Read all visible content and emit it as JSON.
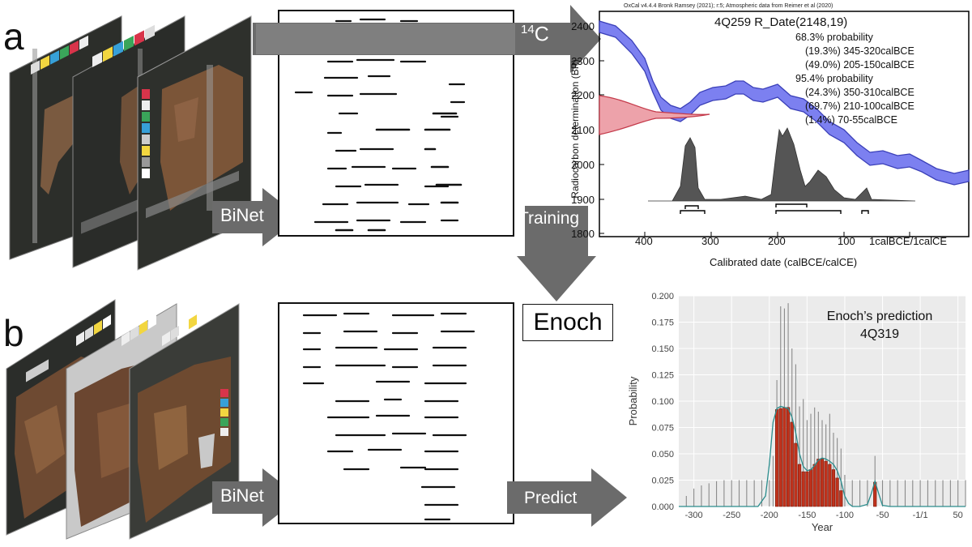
{
  "panels": {
    "a": "a",
    "b": "b"
  },
  "labels": {
    "binet_a": "BiNet",
    "binet_b": "BiNet",
    "c14_base": "14",
    "c14_unit": "C",
    "training": "Training",
    "enoch": "Enoch",
    "predict": "Predict"
  },
  "oxcal": {
    "header": "OxCal v4.4.4 Bronk Ramsey (2021); r:5; Atmospheric data from Reimer et al (2020)",
    "sample": "4Q259 R_Date(2148,19)",
    "lines": [
      "68.3% probability",
      "(19.3%) 345-320calBCE",
      "(49.0%) 205-150calBCE",
      "95.4% probability",
      "(24.3%) 350-310calBCE",
      "(69.7%) 210-100calBCE",
      "(1.4%) 70-55calBCE"
    ],
    "ylabel": "Radiocarbon determination (BP)",
    "xlabel": "Calibrated date (calBCE/calCE)",
    "yticks": [
      "2400",
      "2300",
      "2200",
      "2100",
      "2000",
      "1900",
      "1800"
    ],
    "xticks": [
      "400",
      "300",
      "200",
      "100",
      "1calBCE/1calCE"
    ]
  },
  "chart_data": {
    "type": "bar",
    "title": "Enoch’s prediction",
    "subtitle": "4Q319",
    "xlabel": "Year",
    "ylabel": "Probability",
    "ylim": [
      0,
      0.2
    ],
    "xlim": [
      -320,
      60
    ],
    "yticks": [
      "0.000",
      "0.025",
      "0.050",
      "0.075",
      "0.100",
      "0.125",
      "0.150",
      "0.175",
      "0.200"
    ],
    "xticks": [
      "-300",
      "-250",
      "-200",
      "-150",
      "-100",
      "-50",
      "-1/1",
      "50"
    ],
    "xtick_values": [
      -300,
      -250,
      -200,
      -150,
      -100,
      -50,
      0,
      50
    ],
    "grid": true,
    "bins_x": [
      -190,
      -185,
      -180,
      -175,
      -170,
      -165,
      -160,
      -155,
      -150,
      -145,
      -140,
      -135,
      -130,
      -125,
      -120,
      -115,
      -110,
      -105,
      -60
    ],
    "bins_y": [
      0.092,
      0.093,
      0.094,
      0.094,
      0.08,
      0.06,
      0.04,
      0.033,
      0.033,
      0.035,
      0.04,
      0.045,
      0.045,
      0.043,
      0.04,
      0.035,
      0.027,
      0.015,
      0.023
    ],
    "error_x": [
      -310,
      -300,
      -290,
      -280,
      -270,
      -260,
      -250,
      -240,
      -230,
      -220,
      -210,
      -200,
      -195,
      -190,
      -185,
      -180,
      -175,
      -170,
      -165,
      -160,
      -155,
      -150,
      -145,
      -140,
      -135,
      -130,
      -125,
      -120,
      -115,
      -110,
      -105,
      -100,
      -90,
      -80,
      -70,
      -60,
      -50,
      -40,
      -30,
      -20,
      -10,
      0,
      10,
      20,
      30,
      40,
      50,
      60
    ],
    "error_hi": [
      0.01,
      0.017,
      0.02,
      0.022,
      0.024,
      0.025,
      0.025,
      0.025,
      0.025,
      0.025,
      0.025,
      0.025,
      0.048,
      0.12,
      0.19,
      0.188,
      0.193,
      0.15,
      0.135,
      0.095,
      0.102,
      0.082,
      0.088,
      0.094,
      0.09,
      0.082,
      0.078,
      0.088,
      0.07,
      0.065,
      0.055,
      0.03,
      0.025,
      0.025,
      0.025,
      0.048,
      0.025,
      0.025,
      0.025,
      0.025,
      0.025,
      0.025,
      0.025,
      0.025,
      0.025,
      0.025,
      0.025,
      0.025
    ],
    "curve_x": [
      -320,
      -215,
      -205,
      -200,
      -195,
      -190,
      -185,
      -180,
      -175,
      -170,
      -165,
      -160,
      -155,
      -150,
      -145,
      -140,
      -135,
      -130,
      -125,
      -120,
      -115,
      -110,
      -105,
      -100,
      -95,
      -90,
      -80,
      -70,
      -65,
      -60,
      -55,
      -50,
      -40,
      60
    ],
    "curve_y": [
      0,
      0,
      0.01,
      0.04,
      0.08,
      0.093,
      0.095,
      0.094,
      0.093,
      0.085,
      0.07,
      0.05,
      0.038,
      0.034,
      0.035,
      0.039,
      0.044,
      0.046,
      0.045,
      0.043,
      0.04,
      0.034,
      0.024,
      0.01,
      0.003,
      0,
      0,
      0.002,
      0.012,
      0.024,
      0.012,
      0.001,
      0,
      0
    ],
    "bar_color": "#c0321c",
    "curve_color": "#2a8c8c",
    "error_color": "#8a8a8a"
  },
  "colors": {
    "arrow": "#6b6b6b",
    "calib_band": "#4a4fd1",
    "calib_fill": "#7c80f0",
    "rdate": "#e8a0a8",
    "posterior": "#555555"
  }
}
